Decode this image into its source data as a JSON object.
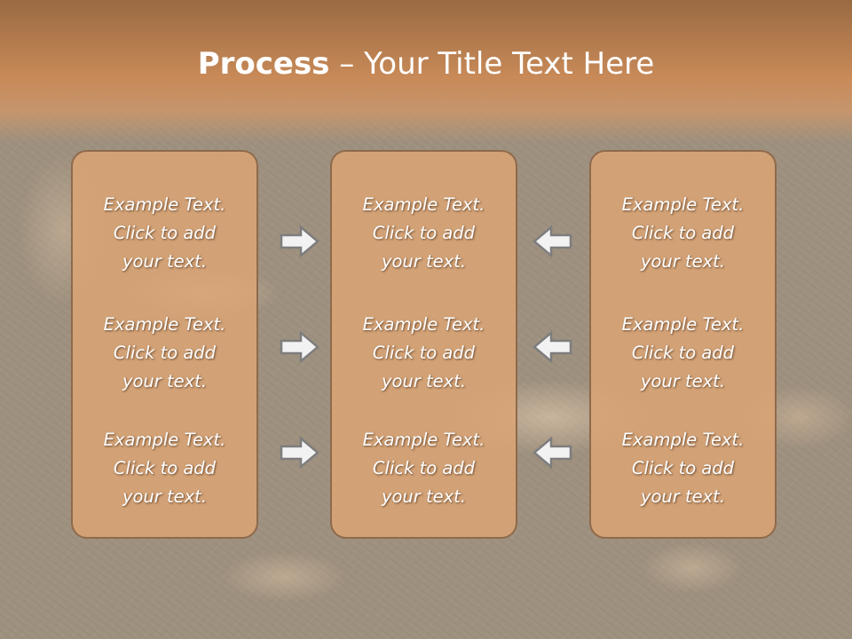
{
  "slide": {
    "title_bold": "Process",
    "title_rest": " – Your Title Text Here"
  },
  "columns": [
    {
      "blocks": [
        {
          "line1": "Example Text.",
          "line2": "Click  to add",
          "line3": "your text."
        },
        {
          "line1": "Example Text.",
          "line2": "Click  to add",
          "line3": "your text."
        },
        {
          "line1": "Example Text.",
          "line2": "Click  to add",
          "line3": "your text."
        }
      ]
    },
    {
      "blocks": [
        {
          "line1": "Example Text.",
          "line2": "Click  to add",
          "line3": "your text."
        },
        {
          "line1": "Example Text.",
          "line2": "Click  to add",
          "line3": "your text."
        },
        {
          "line1": "Example Text.",
          "line2": "Click  to add",
          "line3": "your text."
        }
      ]
    },
    {
      "blocks": [
        {
          "line1": "Example Text.",
          "line2": "Click  to add",
          "line3": "your text."
        },
        {
          "line1": "Example Text.",
          "line2": "Click  to add",
          "line3": "your text."
        },
        {
          "line1": "Example Text.",
          "line2": "Click  to add",
          "line3": "your text."
        }
      ]
    }
  ],
  "arrows": {
    "left_group": "arrow-right-icon",
    "right_group": "arrow-left-icon"
  },
  "colors": {
    "header": "#c88a58",
    "panel_fill": "#d9a475",
    "panel_border": "#8e6a4c",
    "text": "#ffffff"
  }
}
